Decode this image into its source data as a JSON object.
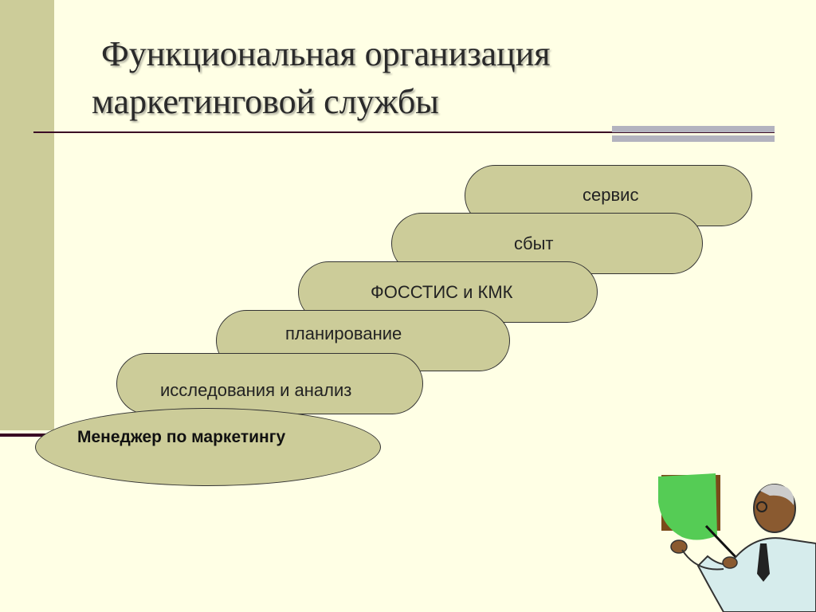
{
  "slide": {
    "title_line1": "Функциональная организация",
    "title_line2": "маркетинговой службы"
  },
  "diagram": {
    "steps": [
      {
        "label": "сервис"
      },
      {
        "label": "сбыт"
      },
      {
        "label": "ФОССТИС и КМК"
      },
      {
        "label": "планирование"
      },
      {
        "label": "исследования и анализ"
      }
    ],
    "root": {
      "label": "Менеджер по маркетингу"
    }
  },
  "colors": {
    "background": "#ffffe5",
    "shape_fill": "#cccc99",
    "accent_dark": "#3a0a25",
    "accent_bar": "#b3b3bf"
  },
  "clipart": {
    "icon": "presenter-with-pointer-icon"
  }
}
